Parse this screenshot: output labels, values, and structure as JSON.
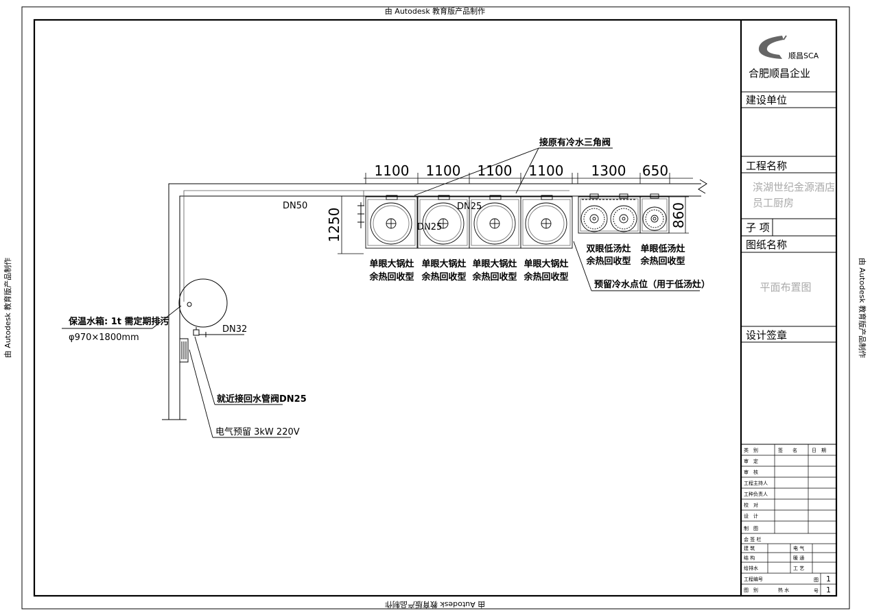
{
  "watermark": {
    "top": "由 Autodesk 教育版产品制作",
    "bottom": "由 Autodesk 教育版产品制作",
    "left": "由 Autodesk 教育版产品制作",
    "right": "由 Autodesk 教育版产品制作"
  },
  "dimensions": {
    "top": [
      "1100",
      "1100",
      "1100",
      "1100",
      "1300",
      "650"
    ],
    "side_left": "1250",
    "side_right": "860"
  },
  "pipes": {
    "dn50": "DN50",
    "dn25_a": "DN25",
    "dn25_b": "DN25",
    "dn32": "DN32"
  },
  "callouts": {
    "valve": "接原有冷水三角阀",
    "tank_line1": "保温水箱: 1t 需定期排污",
    "tank_line2": "φ970×1800mm",
    "return_valve": "就近接回水管阀DN25",
    "power": "电气预留 3kW 220V",
    "cold_water": "预留冷水点位（用于低汤灶）"
  },
  "equipment": [
    {
      "line1": "单眼大锅灶",
      "line2": "余热回收型"
    },
    {
      "line1": "单眼大锅灶",
      "line2": "余热回收型"
    },
    {
      "line1": "单眼大锅灶",
      "line2": "余热回收型"
    },
    {
      "line1": "单眼大锅灶",
      "line2": "余热回收型"
    },
    {
      "line1": "双眼低汤灶",
      "line2": "余热回收型"
    },
    {
      "line1": "单眼低汤灶",
      "line2": "余热回收型"
    }
  ],
  "title_block": {
    "brand": "顺昌SCA",
    "company": "合肥顺昌企业",
    "client_label": "建设单位",
    "project_label": "工程名称",
    "project_line1": "滨湖世纪金源酒店",
    "project_line2": "员工厨房",
    "sub_item_label": "子 项",
    "drawing_name_label": "图纸名称",
    "drawing_name": "平面布置图",
    "design_seal_label": "设计签章",
    "sign_table": {
      "headers": [
        "类　别",
        "签　　名",
        "日　期"
      ],
      "rows": [
        "审　定",
        "审　核",
        "工程主持人",
        "工种负责人",
        "校　对",
        "设　计",
        "制　图"
      ],
      "countersign": "会 签 栏",
      "cs_rows": [
        [
          "建 筑",
          "电 气"
        ],
        [
          "结 构",
          "暖 通"
        ],
        [
          "给排水",
          "工 艺"
        ]
      ],
      "project_no": "工程编号",
      "drawing_label": "图",
      "drawing_value": "1",
      "category_label": "图　别",
      "category_value": "热 水",
      "number_label": "号",
      "number_value": "1"
    }
  }
}
